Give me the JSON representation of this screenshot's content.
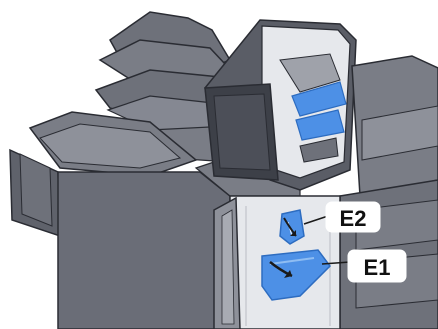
{
  "illustration": {
    "subject": "printer-finisher-unit",
    "colors": {
      "body_dark": "#5a5d66",
      "body_mid": "#7a7d86",
      "body_light": "#9fa2aa",
      "body_shadow": "#3d4048",
      "interior": "#e6e8ec",
      "lever_blue": "#4d90e6",
      "lever_blue_dark": "#2d6cc0",
      "outline": "#2a2c33",
      "callout_fill": "#ffffff"
    }
  },
  "callouts": [
    {
      "id": "e2",
      "label": "E2"
    },
    {
      "id": "e1",
      "label": "E1"
    }
  ]
}
